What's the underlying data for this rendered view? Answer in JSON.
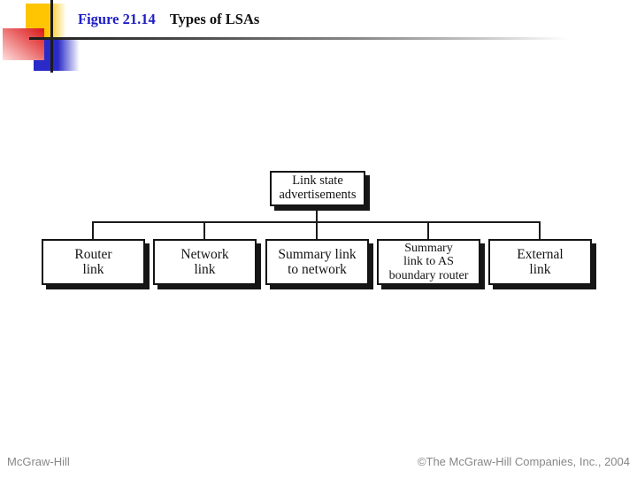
{
  "header": {
    "figure_label": "Figure 21.14",
    "figure_title": "Types of LSAs"
  },
  "diagram": {
    "root_label": "Link state\nadvertisements",
    "children": [
      {
        "label": "Router\nlink"
      },
      {
        "label": "Network\nlink"
      },
      {
        "label": "Summary link\nto network"
      },
      {
        "label": "Summary\nlink to AS\nboundary router"
      },
      {
        "label": "External\nlink"
      }
    ]
  },
  "footer": {
    "left": "McGraw-Hill",
    "right": "©The McGraw-Hill Companies, Inc., 2004"
  },
  "colors": {
    "title_blue": "#1f1fc4",
    "text_black": "#141414",
    "line_black": "#1a1a1a",
    "accent_yellow": "#ffc503",
    "accent_red": "#d91717",
    "accent_blue": "#2a2ac8",
    "footer_gray": "#878787"
  }
}
